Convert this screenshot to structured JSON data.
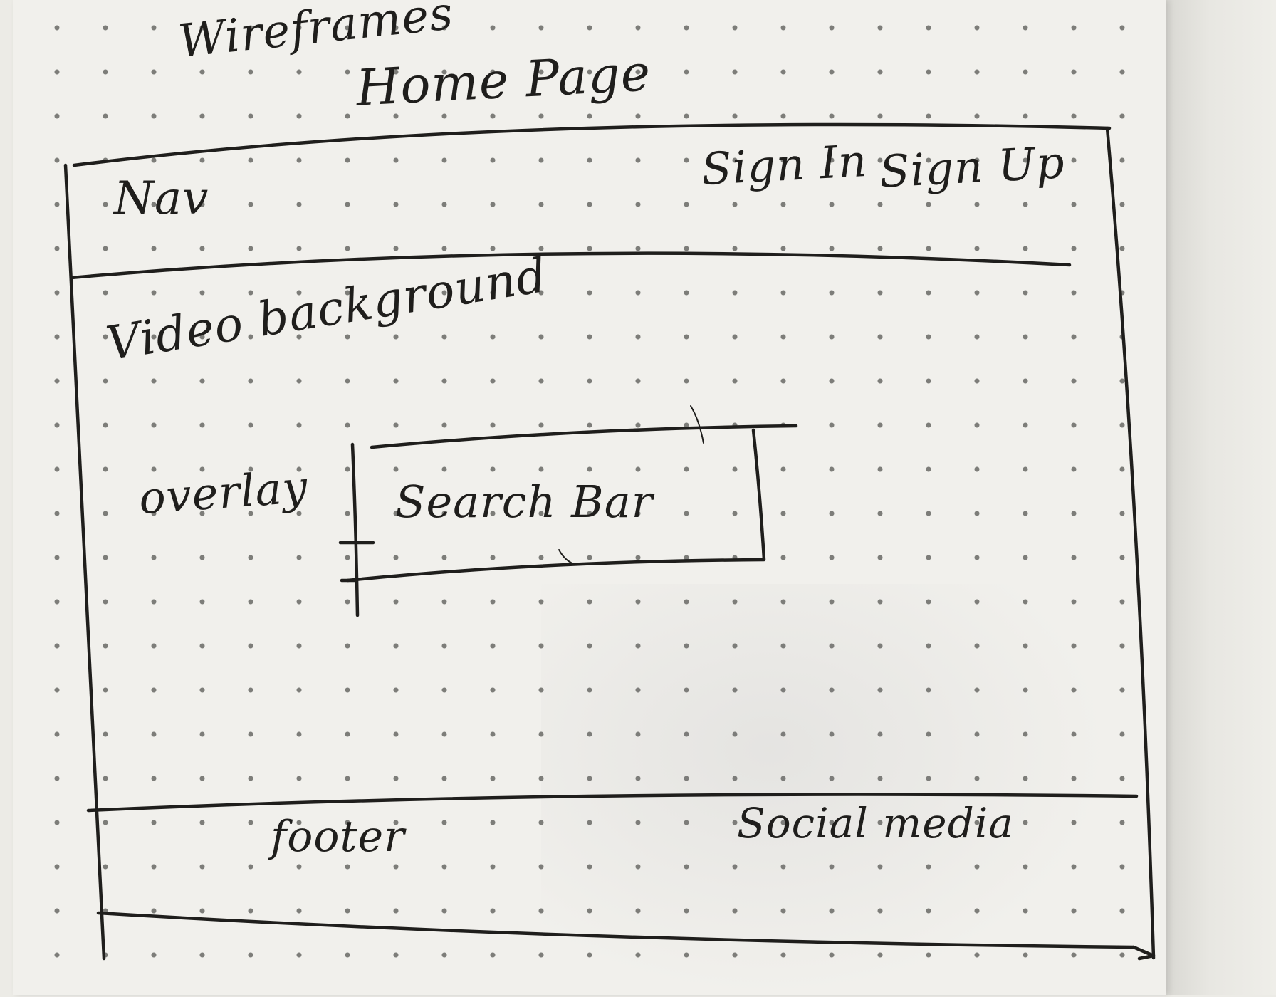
{
  "sketch": {
    "title_line1": "Wireframes",
    "title_line2": "Home Page",
    "nav": {
      "label": "Nav",
      "sign_in": "Sign In",
      "sign_up": "Sign Up"
    },
    "hero": {
      "background_label": "Video background",
      "overlay_label": "overlay",
      "search_bar_label": "Search Bar"
    },
    "footer": {
      "label": "footer",
      "social_label": "Social media"
    }
  },
  "colors": {
    "ink": "#1f1e1c",
    "paper": "#f1f0ec",
    "dots": "#7d7d79"
  }
}
